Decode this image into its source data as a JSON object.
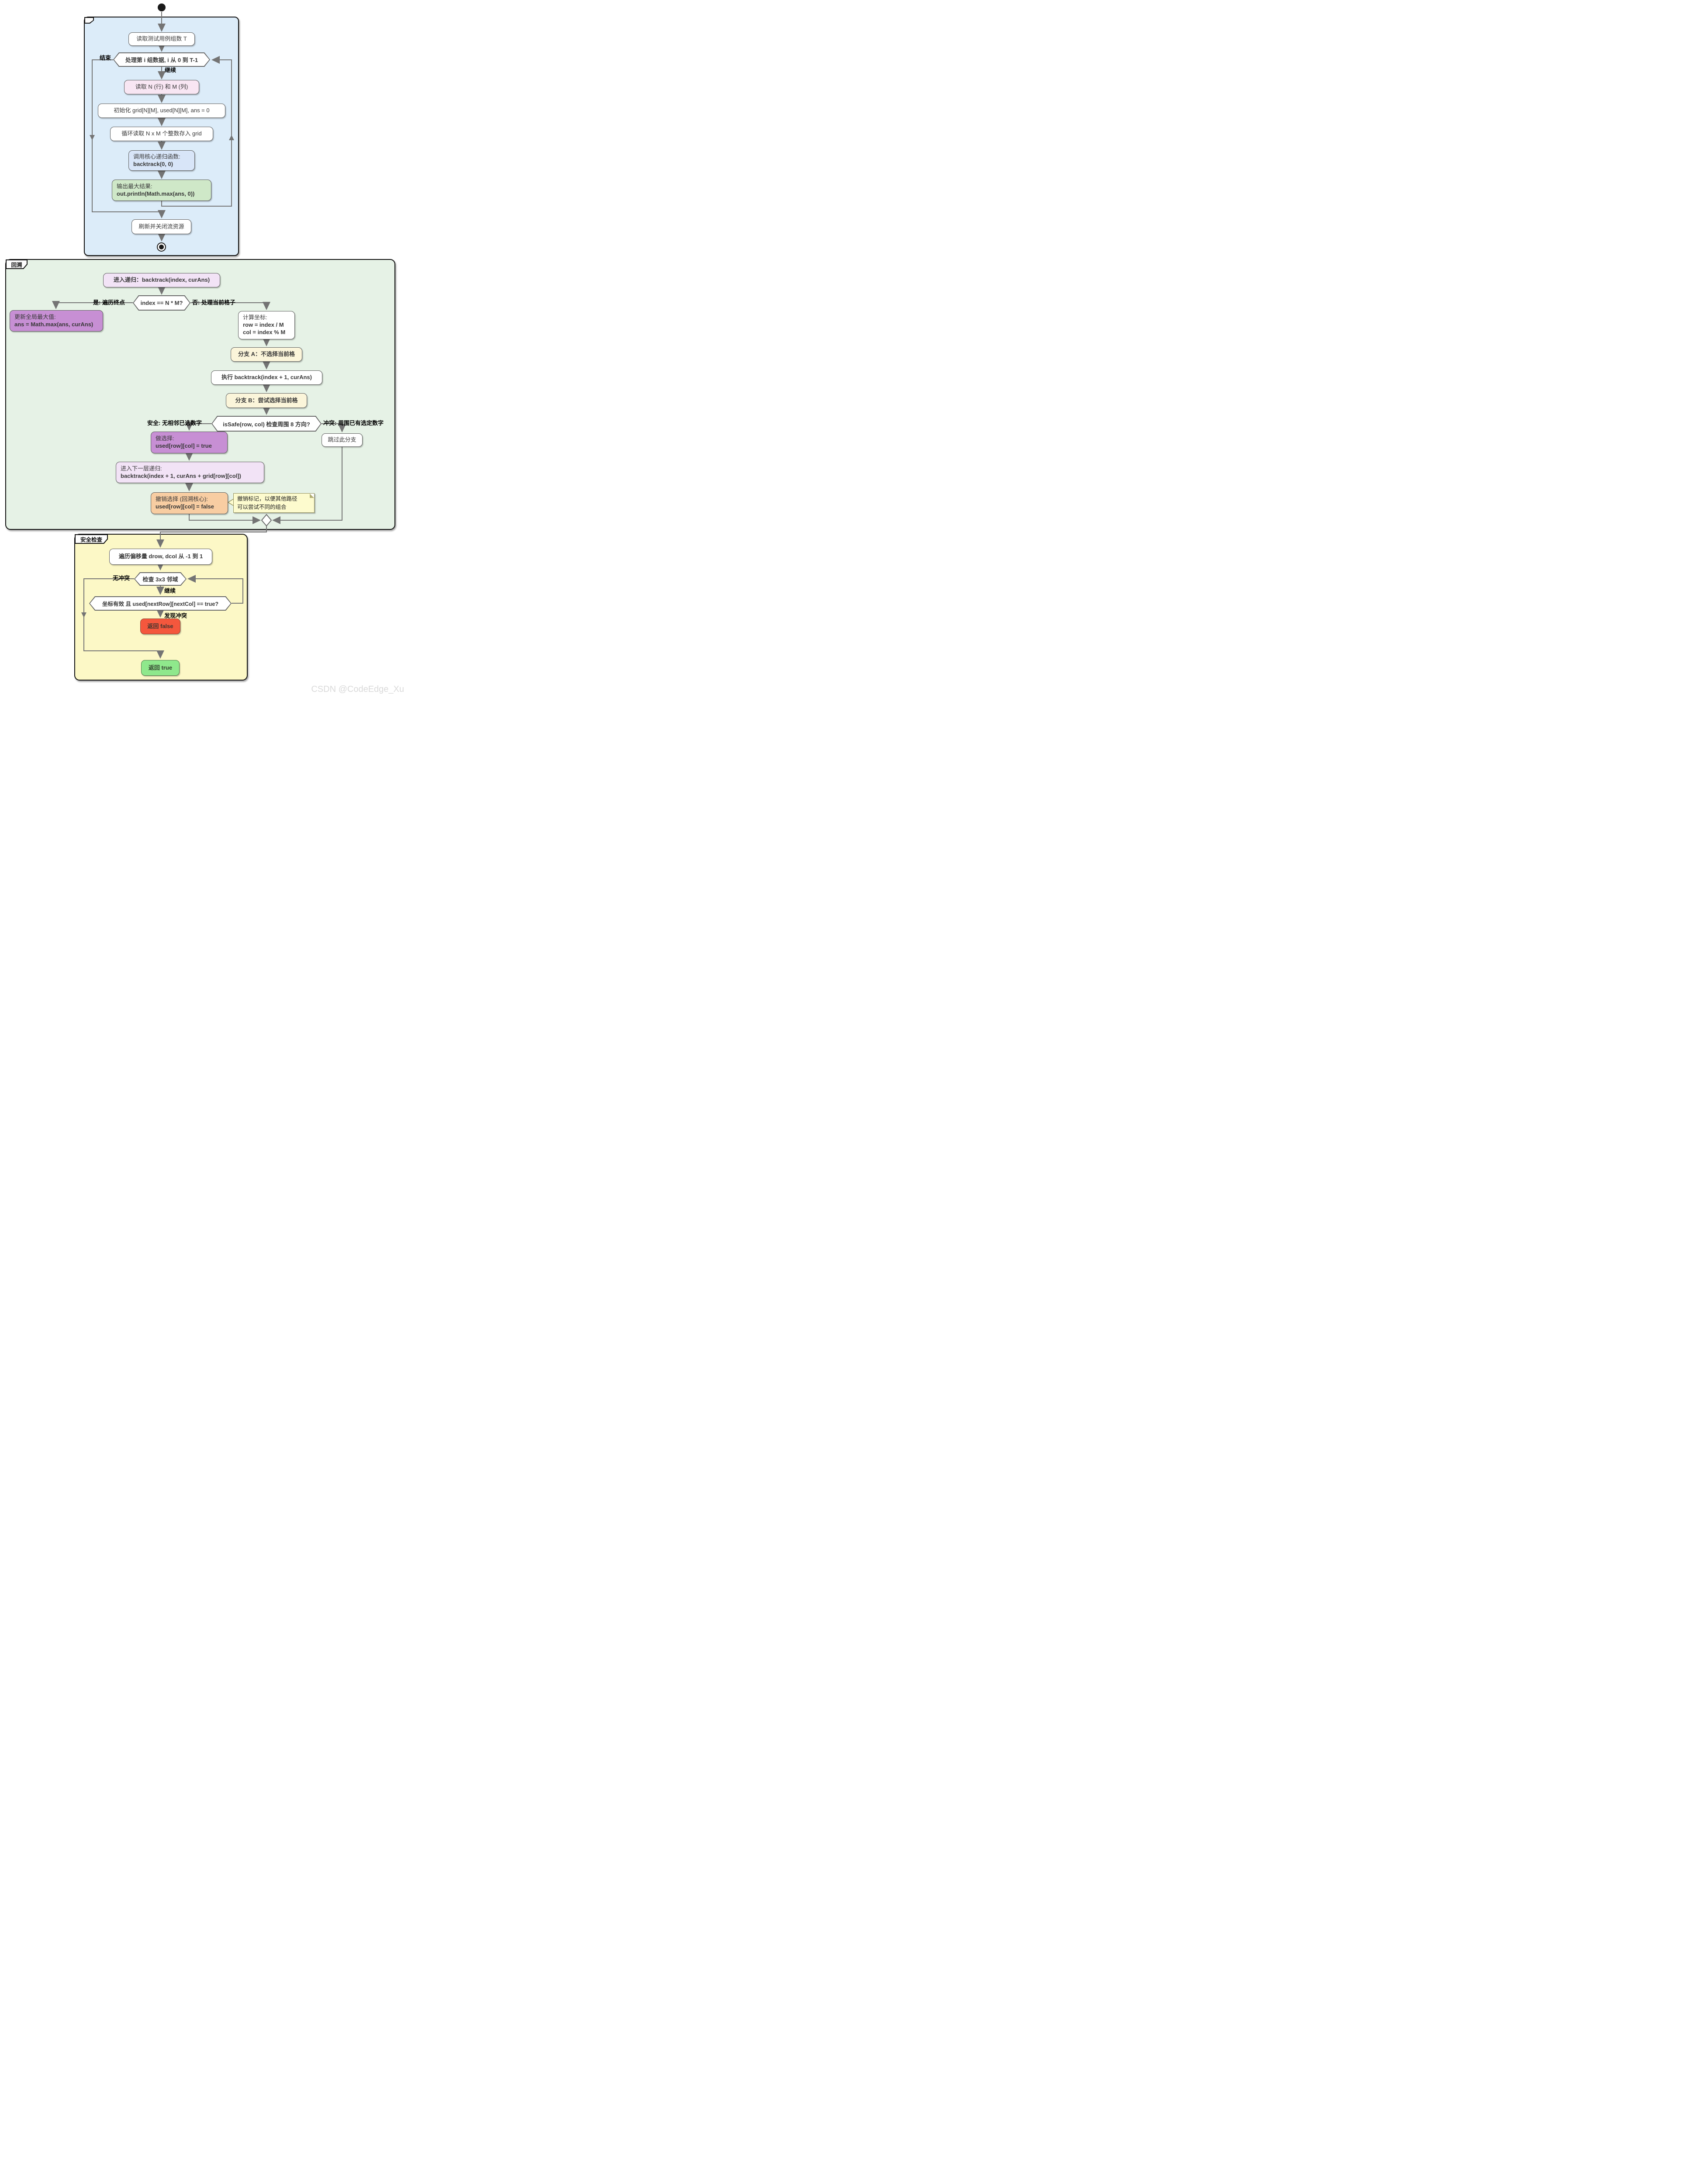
{
  "watermark": "CSDN @CodeEdge_Xu",
  "colors": {
    "frame_main_fill": "#dcecf9",
    "frame_backtrack_fill": "#e6f2e6",
    "frame_safety_fill": "#fcf8c6",
    "pink_fill": "#f8e6f3",
    "blue_fill": "#d8e5f8",
    "green_fill": "#cfe8c8",
    "lavender_fill": "#f2e3f6",
    "purple_fill": "#c78fd4",
    "cream_fill": "#fbf5da",
    "orange_fill": "#f8cda2",
    "note_fill": "#fdfbce",
    "red_fill": "#f4573d",
    "true_green_fill": "#8fe88c",
    "edge_color": "#747474"
  },
  "main": {
    "read_t": "读取测试用例组数 T",
    "loop_header": "处理第 i 组数据, i 从 0 到 T-1",
    "label_end": "结束",
    "label_continue": "继续",
    "read_nm": "读取 N (行) 和 M (列)",
    "init": "初始化 grid[N][M], used[N][M], ans = 0",
    "read_grid": "循环读取 N x M 个整数存入 grid",
    "call_recursion_line1": "调用核心递归函数:",
    "call_recursion_line2": "backtrack(0, 0)",
    "output_line1": "输出最大结果:",
    "output_line2": "out.println(Math.max(ans, 0))",
    "close_streams": "刷新并关闭流资源"
  },
  "backtrack": {
    "frame_label": "回溯",
    "enter": "进入递归：backtrack(index, curAns)",
    "terminal_check": "index == N * M?",
    "label_yes": "是: 遍历终点",
    "label_no": "否: 处理当前格子",
    "update_line1": "更新全局最大值:",
    "update_line2": "ans = Math.max(ans, curAns)",
    "coord_line1": "计算坐标:",
    "coord_line2": "row = index / M",
    "coord_line3": "col = index % M",
    "branch_a": "分支 A：不选择当前格",
    "exec_a": "执行 backtrack(index + 1, curAns)",
    "branch_b": "分支 B：尝试选择当前格",
    "safe_check": "isSafe(row, col) 检查周围 8 方向?",
    "label_safe": "安全: 无相邻已选数字",
    "label_conflict": "冲突: 周围已有选定数字",
    "choose_line1": "做选择:",
    "choose_line2": "used[row][col] = true",
    "skip_branch": "跳过此分支",
    "deeper_line1": "进入下一层递归:",
    "deeper_line2": "backtrack(index + 1, curAns + grid[row][col])",
    "undo_line1": "撤销选择 (回溯核心):",
    "undo_line2": "used[row][col] = false",
    "note_line1": "撤销标记，以便其他路径",
    "note_line2": "可以尝试不同的组合"
  },
  "safety": {
    "frame_label": "安全检查",
    "offsets": "遍历偏移量 drow, dcol 从 -1 到 1",
    "neighborhood_check": "检查 3x3 邻域",
    "label_no_conflict": "无冲突",
    "label_continue": "继续",
    "validity_check": "坐标有效 且 used[nextRow][nextCol] == true?",
    "label_conflict_found": "发现冲突",
    "return_false": "返回 false",
    "return_true": "返回 true"
  }
}
